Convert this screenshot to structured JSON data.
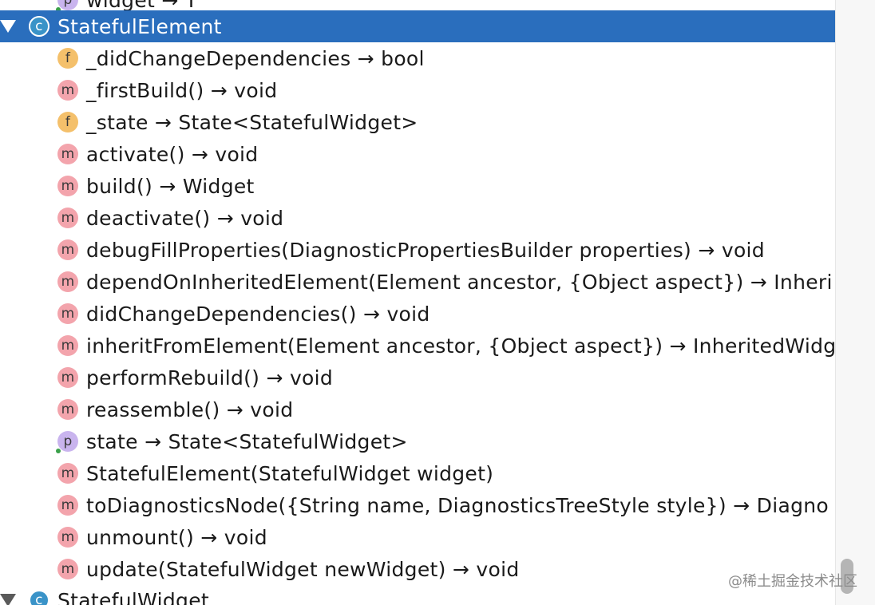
{
  "tree": {
    "partial_top_label": "widget → T",
    "selected_class": {
      "icon": "class-icon",
      "icon_letter": "c",
      "label": "StatefulElement"
    },
    "members": [
      {
        "kind": "f",
        "icon": "field-icon",
        "label": "_didChangeDependencies → bool"
      },
      {
        "kind": "m",
        "icon": "method-icon",
        "label": "_firstBuild() → void"
      },
      {
        "kind": "f",
        "icon": "field-icon",
        "label": "_state → State<StatefulWidget>"
      },
      {
        "kind": "m",
        "icon": "method-icon",
        "label": "activate() → void"
      },
      {
        "kind": "m",
        "icon": "method-icon",
        "label": "build() → Widget"
      },
      {
        "kind": "m",
        "icon": "method-icon",
        "label": "deactivate() → void"
      },
      {
        "kind": "m",
        "icon": "method-icon",
        "label": "debugFillProperties(DiagnosticPropertiesBuilder properties) → void"
      },
      {
        "kind": "m",
        "icon": "method-icon",
        "label": "dependOnInheritedElement(Element ancestor, {Object aspect}) → Inheri"
      },
      {
        "kind": "m",
        "icon": "method-icon",
        "label": "didChangeDependencies() → void"
      },
      {
        "kind": "m",
        "icon": "method-icon",
        "label": "inheritFromElement(Element ancestor, {Object aspect}) → InheritedWidg"
      },
      {
        "kind": "m",
        "icon": "method-icon",
        "label": "performRebuild() → void"
      },
      {
        "kind": "m",
        "icon": "method-icon",
        "label": "reassemble() → void"
      },
      {
        "kind": "p",
        "icon": "property-icon",
        "label": "state → State<StatefulWidget>"
      },
      {
        "kind": "m",
        "icon": "method-icon",
        "label": "StatefulElement(StatefulWidget widget)"
      },
      {
        "kind": "m",
        "icon": "method-icon",
        "label": "toDiagnosticsNode({String name, DiagnosticsTreeStyle style}) → Diagno"
      },
      {
        "kind": "m",
        "icon": "method-icon",
        "label": "unmount() → void"
      },
      {
        "kind": "m",
        "icon": "method-icon",
        "label": "update(StatefulWidget newWidget) → void"
      }
    ],
    "next_class": {
      "icon": "class-icon",
      "icon_letter": "c",
      "label": "StatefulWidget"
    }
  },
  "watermark": "@稀土掘金技术社区",
  "colors": {
    "selection": "#2a6ebd",
    "field_badge": "#f4c06b",
    "method_badge": "#f3a4ac",
    "property_badge": "#c9b4ee",
    "class_badge": "#3a93c8"
  }
}
